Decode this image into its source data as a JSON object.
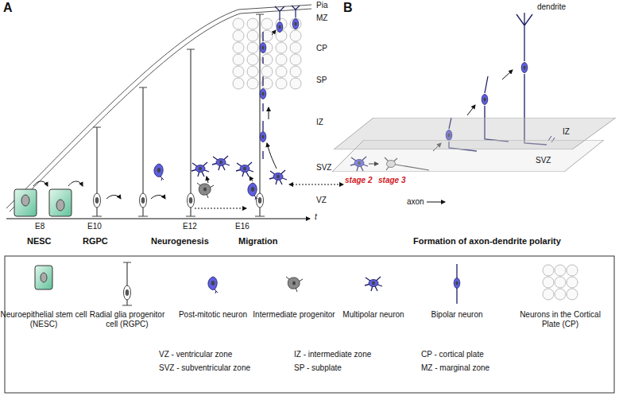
{
  "diagram": {
    "nodes": [
      {
        "text": [
          "IZ"
        ]
      },
      {
        "text": [
          "SVZ"
        ]
      }
    ],
    "labels": [
      "A",
      "B",
      "Pia",
      "MZ",
      "CP",
      "SP",
      "IZ",
      "SVZ",
      "VZ",
      "E8",
      "E10",
      "E12",
      "E16",
      "t",
      "NESC",
      "RGPC",
      "Neurogenesis",
      "Migration",
      "Formation of axon-dendrite polarity",
      "dendrite",
      "stage 2",
      "stage 3",
      "axon",
      "VZ - ventricular zone",
      "SVZ - subventricular zone",
      "IZ - intermediate zone",
      "SP - subplate",
      "CP - cortical plate",
      "MZ - marginal zone"
    ],
    "legend": [
      {
        "text": "Neuroepithelial stem cell (NESC)"
      },
      {
        "text": "Radial glia progenitor cell (RGPC)"
      },
      {
        "text": "Post-mitotic neuron"
      },
      {
        "text": "Intermediate progenitor"
      },
      {
        "text": "Multipolar neuron"
      },
      {
        "text": "Bipolar neuron"
      },
      {
        "text": "Neurons in the Cortical Plate (CP)"
      }
    ]
  }
}
